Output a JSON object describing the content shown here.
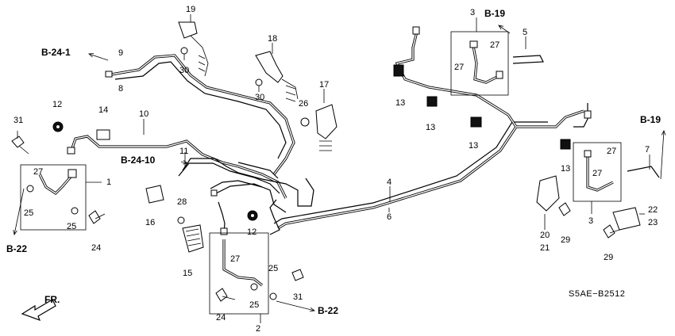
{
  "diagram": {
    "callouts": {
      "c19": "19",
      "c3a": "3",
      "c5": "5",
      "c27a": "27",
      "c27b": "27",
      "c9": "9",
      "c8": "8",
      "c30a": "30",
      "c18": "18",
      "c30b": "30",
      "c17": "17",
      "c26": "26",
      "c13a": "13",
      "c13b": "13",
      "c13c": "13",
      "c12a": "12",
      "c14": "14",
      "c10": "10",
      "c31a": "31",
      "c27c": "27",
      "c1": "1",
      "c25a": "25",
      "c25b": "25",
      "c24a": "24",
      "c11": "11",
      "c16": "16",
      "c28": "28",
      "c15": "15",
      "c12b": "12",
      "c4": "4",
      "c6": "6",
      "c27d": "27",
      "c25c": "25",
      "c25d": "25",
      "c31b": "31",
      "c24b": "24",
      "c2": "2",
      "c13d": "13",
      "c27e": "27",
      "c27f": "27",
      "c7": "7",
      "c3b": "3",
      "c20": "20",
      "c21": "21",
      "c29a": "29",
      "c22": "22",
      "c23": "23",
      "c29b": "29"
    },
    "refs": {
      "b19_top": "B-19",
      "b19_right": "B-19",
      "b24_1": "B-24-1",
      "b24_10": "B-24-10",
      "b22_left": "B-22",
      "b22_bottom": "B-22"
    },
    "front_label": "FR.",
    "diagram_code": "S5AE−B2512"
  }
}
